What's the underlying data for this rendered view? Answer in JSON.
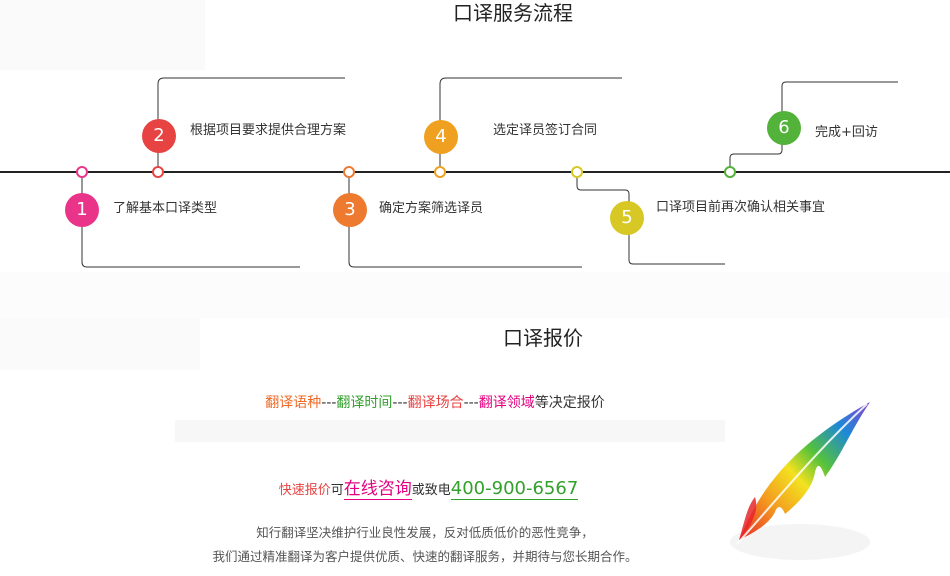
{
  "process": {
    "title": "口译服务流程",
    "steps": [
      {
        "number": "1",
        "label": "了解基本口译类型",
        "color": "#e9348a"
      },
      {
        "number": "2",
        "label": "根据项目要求提供合理方案",
        "color": "#e84343"
      },
      {
        "number": "3",
        "label": "确定方案筛选译员",
        "color": "#ee7a2f"
      },
      {
        "number": "4",
        "label": "选定译员签订合同",
        "color": "#f0a020"
      },
      {
        "number": "5",
        "label": "口译项目前再次确认相关事宜",
        "color": "#d8c826"
      },
      {
        "number": "6",
        "label": "完成+回访",
        "color": "#52b23a"
      }
    ]
  },
  "pricing": {
    "title": "口译报价",
    "factors": [
      {
        "text": "翻译语种",
        "color": "#ee6a2a"
      },
      {
        "text": "---",
        "color": "#333333"
      },
      {
        "text": "翻译时间",
        "color": "#33a02c"
      },
      {
        "text": "---",
        "color": "#333333"
      },
      {
        "text": "翻译场合",
        "color": "#e84343"
      },
      {
        "text": "---",
        "color": "#333333"
      },
      {
        "text": "翻译领域",
        "color": "#e4007f"
      }
    ],
    "factors_suffix": "等决定报价",
    "contact": {
      "label": "快速报价",
      "label_color": "#e84343",
      "connector": "可",
      "link_text": "在线咨询",
      "connector2": "或致电",
      "phone": "400-900-6567"
    },
    "note_line1": "知行翻译坚决维护行业良性发展，反对低质低价的恶性竞争，",
    "note_line2": "我们通过精准翻译为客户提供优质、快速的翻译服务，并期待与您长期合作。"
  }
}
